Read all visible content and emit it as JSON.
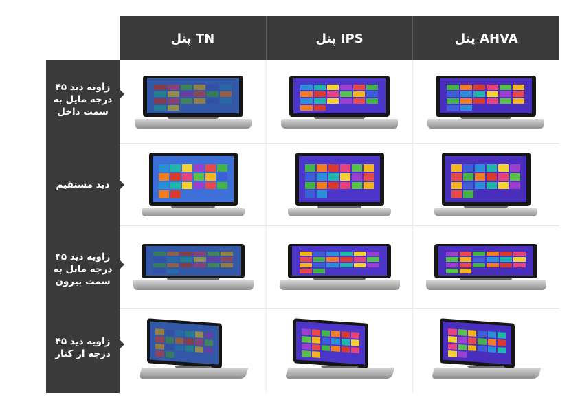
{
  "columns": [
    "پنل TN",
    "پنل IPS",
    "پنل AHVA"
  ],
  "rows": [
    {
      "label": "زاویه دید ۴۵ درجه مایل به سمت داخل"
    },
    {
      "label": "دید مستقیم"
    },
    {
      "label": "زاویه دید ۴۵ درجه مایل به سمت بیرون"
    },
    {
      "label": "زاویه دید ۴۵ درجه از کنار"
    }
  ],
  "colors": {
    "header_bg": "#3a3a3a",
    "text": "#ffffff",
    "tn_bg": "#3c6fd8",
    "ips_bg": "#4b36c9",
    "ahva_bg": "#4a2fbf"
  },
  "tile_colors": [
    "#d93a2b",
    "#2a8fd6",
    "#43b34a",
    "#f2b51c",
    "#9c3fcf",
    "#e7437a",
    "#1fb5a8",
    "#f07c23",
    "#3b5fd6",
    "#e84a4a",
    "#59c049",
    "#f5d132"
  ],
  "icons": [
    "windows-start-screen"
  ]
}
